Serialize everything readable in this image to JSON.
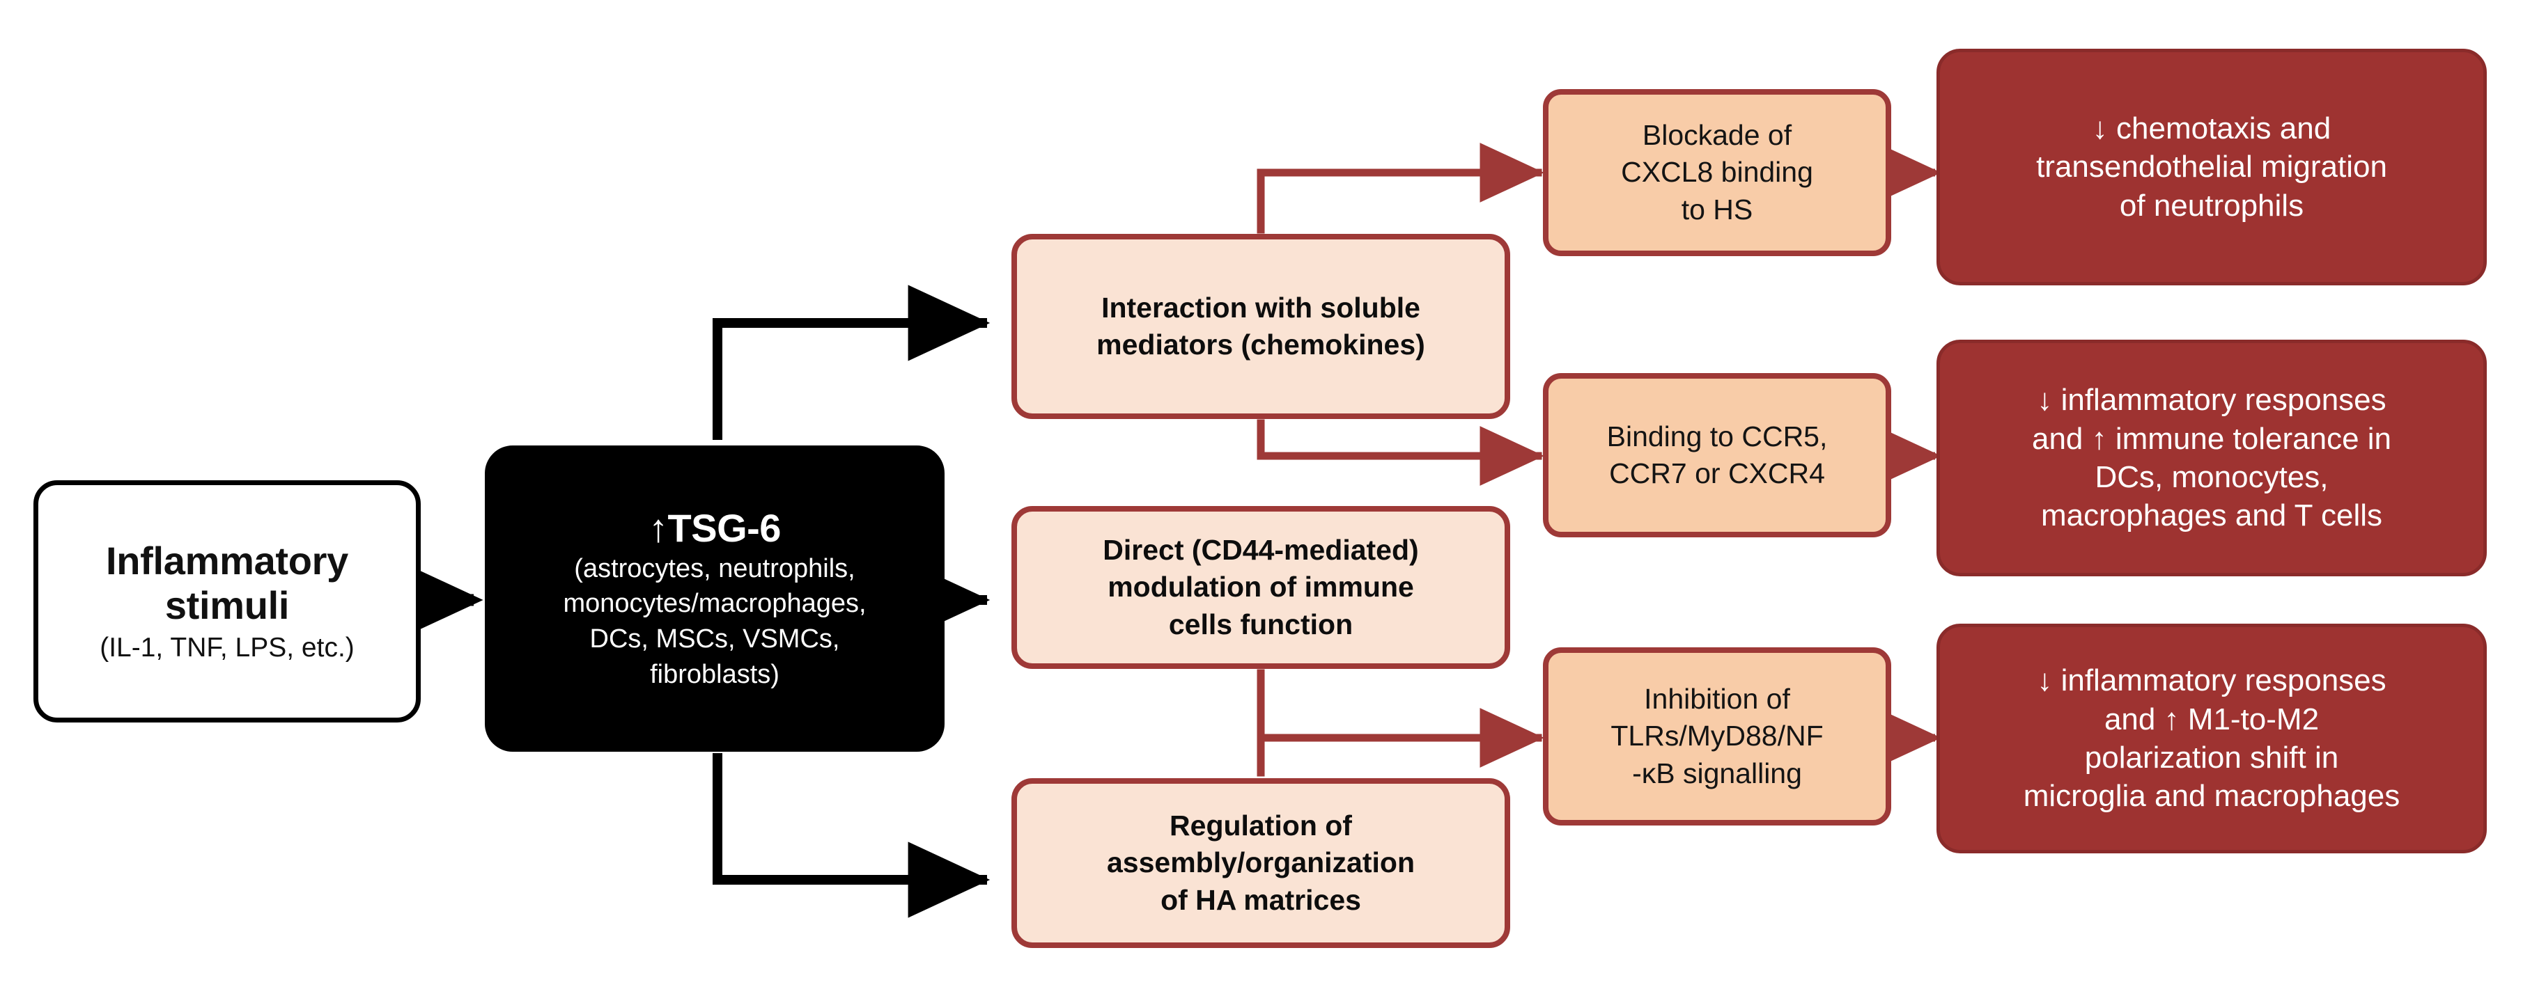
{
  "diagram": {
    "title": "TSG-6 anti-inflammatory mechanisms flow chart",
    "colors": {
      "background": "#ffffff",
      "black_node_fill": "#000000",
      "mechanism_fill": "#FAE3D4",
      "target_fill": "#F8CCA8",
      "outcome_fill": "#9E3331",
      "red_border": "#9E3937",
      "red_connector": "#9E3937",
      "black_connector": "#000000"
    }
  },
  "nodes": {
    "stimuli": {
      "title": "Inflammatory stimuli",
      "line1": "Inflammatory",
      "line2": "stimuli",
      "subtitle": "(IL-1, TNF, LPS, etc.)"
    },
    "tsg6": {
      "title": "↑TSG-6",
      "sub_line1": "(astrocytes, neutrophils,",
      "sub_line2": "monocytes/macrophages,",
      "sub_line3": "DCs, MSCs, VSMCs,",
      "sub_line4": "fibroblasts)"
    },
    "mechanisms": [
      {
        "id": "soluble-mediators",
        "line1": "Interaction with soluble",
        "line2": "mediators (chemokines)"
      },
      {
        "id": "cd44-modulation",
        "line1": "Direct (CD44-mediated)",
        "line2": "modulation of immune",
        "line3": "cells function"
      },
      {
        "id": "ha-matrices",
        "line1": "Regulation of",
        "line2": "assembly/organization",
        "line3": "of HA matrices"
      }
    ],
    "targets": [
      {
        "id": "cxcl8-hs",
        "line1": "Blockade of",
        "line2": "CXCL8 binding",
        "line3": "to HS"
      },
      {
        "id": "ccr-cxcr4",
        "line1": "Binding to CCR5,",
        "line2": "CCR7 or CXCR4",
        "line3": ""
      },
      {
        "id": "tlr-myd88-nfkb",
        "line1": "Inhibition of",
        "line2": "TLRs/MyD88/NF",
        "line3": "-κB signalling"
      }
    ],
    "outcomes": [
      {
        "id": "neutrophil-migration",
        "line1": "↓ chemotaxis and",
        "line2": "transendothelial migration",
        "line3": "of neutrophils",
        "line4": ""
      },
      {
        "id": "immune-tolerance",
        "line1": "↓ inflammatory responses",
        "line2": "and ↑ immune tolerance in",
        "line3": "DCs, monocytes,",
        "line4": "macrophages and T cells"
      },
      {
        "id": "m1-m2-shift",
        "line1": "↓ inflammatory responses",
        "line2": "and ↑ M1-to-M2",
        "line3": "polarization shift in",
        "line4": "microglia and macrophages"
      }
    ]
  }
}
